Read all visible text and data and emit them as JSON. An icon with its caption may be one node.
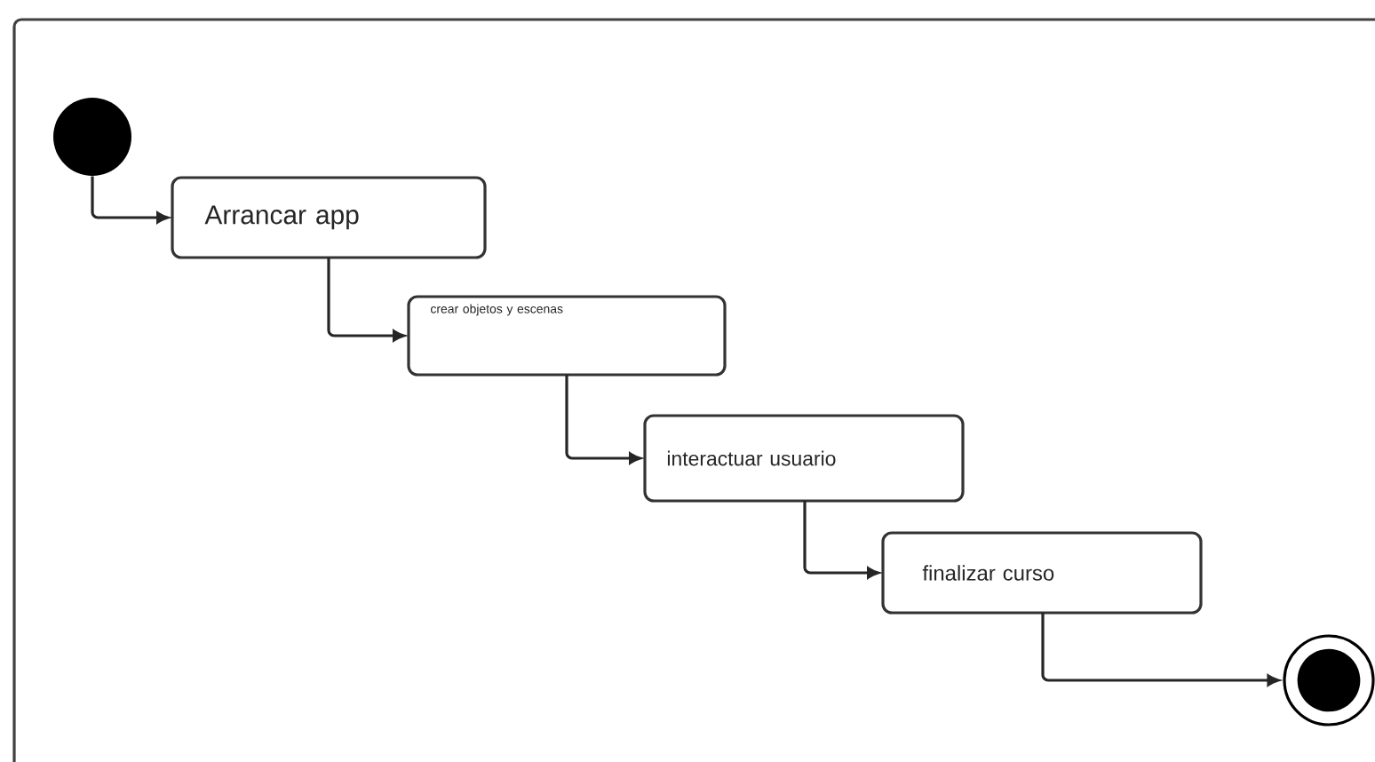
{
  "diagram": {
    "nodes": [
      {
        "text": [],
        "shape": "circle"
      },
      {
        "text": [
          "Arrancar app"
        ]
      },
      {
        "text": [
          "crear objetos y escenas"
        ]
      },
      {
        "text": [
          "interactuar usuario"
        ]
      },
      {
        "text": [
          "finalizar curso"
        ]
      },
      {
        "text": [],
        "shape": "bullseye"
      }
    ],
    "edges": [
      {
        "from": 0,
        "to": 1,
        "arrow": "to"
      },
      {
        "from": 1,
        "to": 2,
        "arrow": "to"
      },
      {
        "from": 2,
        "to": 3,
        "arrow": "to"
      },
      {
        "from": 3,
        "to": 4,
        "arrow": "to"
      },
      {
        "from": 4,
        "to": 5,
        "arrow": "to"
      }
    ]
  }
}
